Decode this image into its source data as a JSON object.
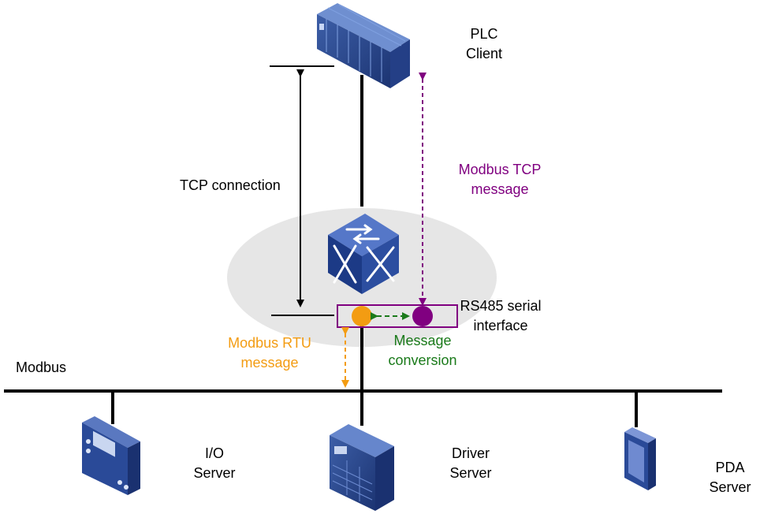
{
  "plc": {
    "line1": "PLC",
    "line2": "Client"
  },
  "tcp_connection": "TCP connection",
  "modbus_tcp": {
    "line1": "Modbus TCP",
    "line2": "message",
    "color": "#800080"
  },
  "rs485": {
    "line1": "RS485 serial",
    "line2": "interface"
  },
  "modbus_rtu": {
    "line1": "Modbus RTU",
    "line2": "message",
    "color": "#f39c12"
  },
  "message_conversion": {
    "line1": "Message",
    "line2": "conversion",
    "color": "#1a7a1a"
  },
  "bus_label": "Modbus",
  "io_server": {
    "line1": "I/O",
    "line2": "Server"
  },
  "driver_server": {
    "line1": "Driver",
    "line2": "Server"
  },
  "pda_server": {
    "line1": "PDA",
    "line2": "Server"
  }
}
